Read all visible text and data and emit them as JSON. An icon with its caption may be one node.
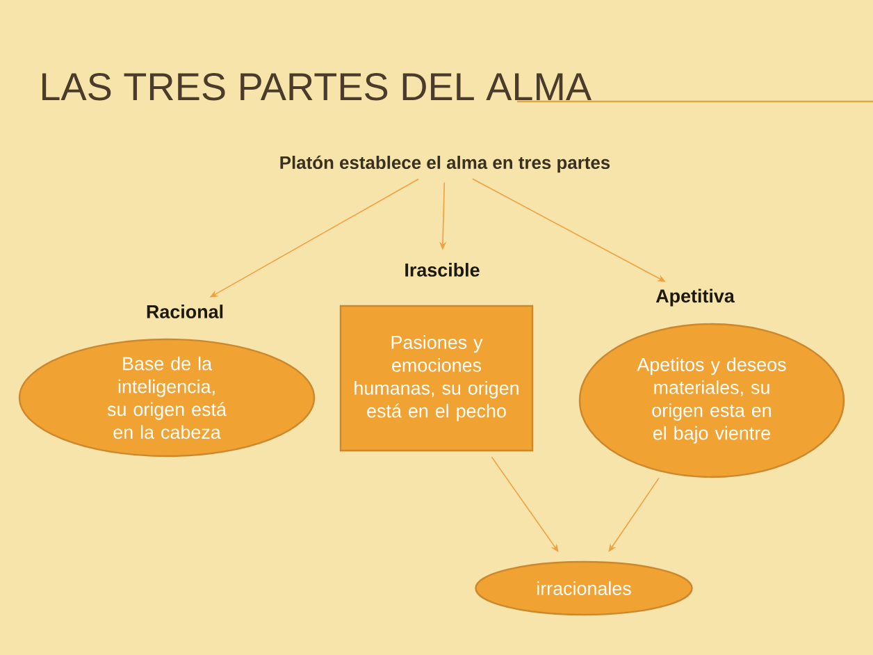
{
  "diagram": {
    "title": "LAS TRES PARTES DEL ALMA",
    "nodes": [
      {
        "text": [
          "Platón establece el alma en tres partes"
        ]
      },
      {
        "text": [
          "Racional",
          "Base de la inteligencia, su origen está en la cabeza"
        ]
      },
      {
        "text": [
          "Irascible",
          "Pasiones y emociones humanas, su origen está en el pecho"
        ]
      },
      {
        "text": [
          "Apetitiva",
          "Apetitos y deseos materiales, su origen esta en el bajo vientre"
        ]
      },
      {
        "text": [
          "irracionales"
        ]
      }
    ],
    "edges": [
      {
        "from": 0,
        "to": 1,
        "arrow": "to"
      },
      {
        "from": 0,
        "to": 2,
        "arrow": "to"
      },
      {
        "from": 0,
        "to": 3,
        "arrow": "to"
      },
      {
        "from": 2,
        "to": 4,
        "arrow": "to"
      },
      {
        "from": 3,
        "to": 4,
        "arrow": "to"
      }
    ]
  }
}
